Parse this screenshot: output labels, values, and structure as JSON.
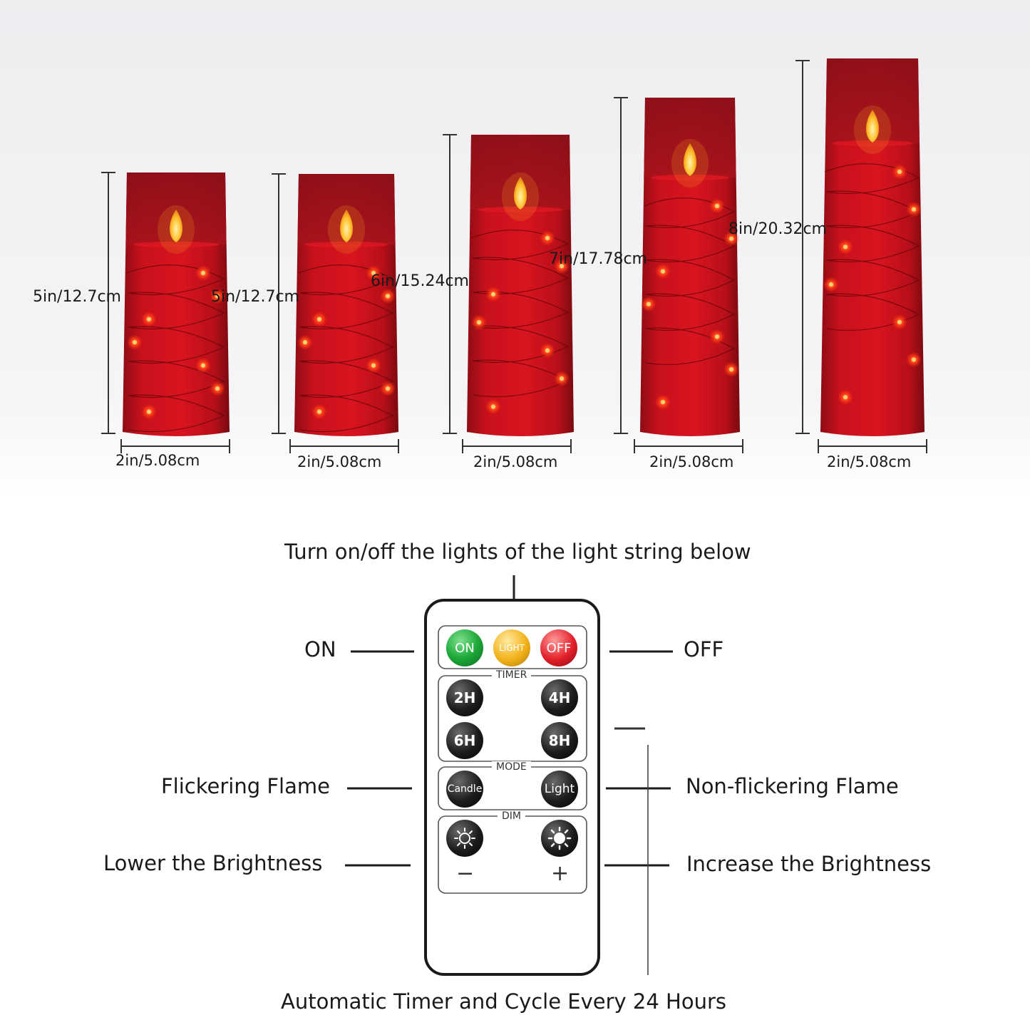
{
  "candles": [
    {
      "height_label": "5in/12.7cm",
      "width_label": "2in/5.08cm"
    },
    {
      "height_label": "5in/12.7cm",
      "width_label": "2in/5.08cm"
    },
    {
      "height_label": "6in/15.24cm",
      "width_label": "2in/5.08cm"
    },
    {
      "height_label": "7in/17.78cm",
      "width_label": "2in/5.08cm"
    },
    {
      "height_label": "8in/20.32cm",
      "width_label": "2in/5.08cm"
    }
  ],
  "remote": {
    "top_caption": "Turn on/off the lights of the light string below",
    "bottom_caption": "Automatic Timer and Cycle Every 24 Hours",
    "power": {
      "on": "ON",
      "light": "LIGHT",
      "off": "OFF"
    },
    "timer": {
      "title": "TIMER",
      "buttons": [
        "2H",
        "4H",
        "6H",
        "8H"
      ]
    },
    "mode": {
      "title": "MODE",
      "candle": "Candle",
      "light": "Light"
    },
    "dim": {
      "title": "DIM",
      "minus": "−",
      "plus": "+"
    },
    "callouts": {
      "on": "ON",
      "off": "OFF",
      "flicker": "Flickering Flame",
      "nonflicker": "Non-flickering Flame",
      "lower": "Lower the Brightness",
      "increase": "Increase the Brightness"
    }
  },
  "colors": {
    "candle_red": "#c0101a",
    "led": "#ff3a1a",
    "flame": "#ffb020",
    "on_button": "#1faa3a",
    "light_button": "#f2b21a",
    "off_button": "#e2202a"
  }
}
